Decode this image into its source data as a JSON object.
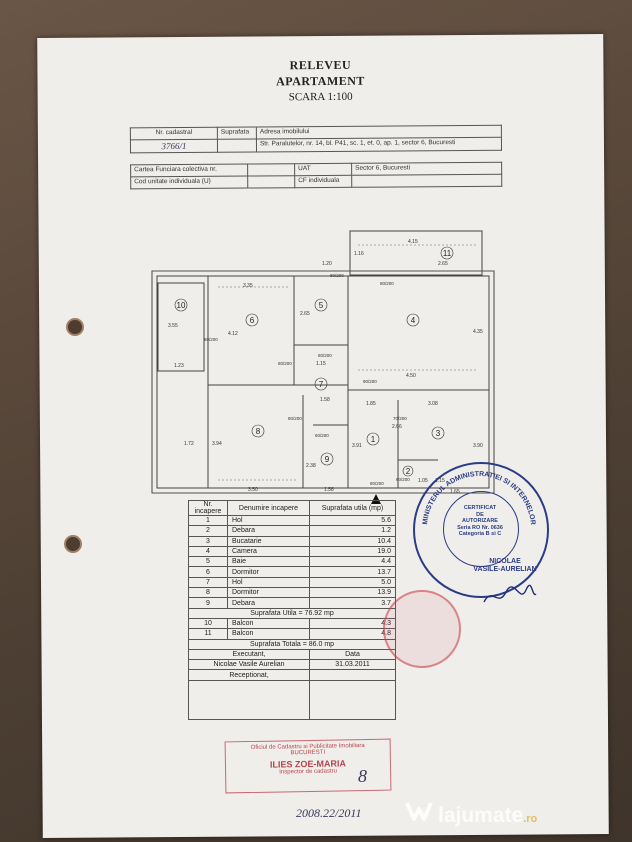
{
  "document": {
    "title": "RELEVEU",
    "subtitle": "APARTAMENT",
    "scale": "SCARA 1:100"
  },
  "header": {
    "nr_cadastral_label": "Nr. cadastral",
    "nr_cadastral_value": "3766/1",
    "suprafata_label": "Suprafata",
    "adresa_label": "Adresa imobilului",
    "adresa_value": "Str. Paralutelor, nr. 14, bl. P41, sc. 1, et. 0, ap. 1, sector 6, Bucuresti",
    "carte_label": "Cartea Funciara colectiva nr.",
    "uat_label": "UAT",
    "uat_value": "Sector 6, Bucuresti",
    "cod_label": "Cod unitate individuala (U)",
    "cf_label": "CF individuala"
  },
  "plan": {
    "room_numbers": [
      "1",
      "2",
      "3",
      "4",
      "5",
      "6",
      "7",
      "8",
      "9",
      "10",
      "11"
    ],
    "dims": [
      "4.15",
      "1.16",
      "2.65",
      "1.20",
      "3.35",
      "4.12",
      "3.55",
      "1.23",
      "2.65",
      "1.15",
      "4.50",
      "4.35",
      "1.58",
      "1.85",
      "3.08",
      "2.66",
      "3.91",
      "3.94",
      "1.72",
      "2.38",
      "3.50",
      "1.58",
      "1.65",
      "1.15",
      "1.05",
      "3.90"
    ],
    "door_labels": [
      "80/200",
      "80/200",
      "80/200",
      "90/200",
      "80/200",
      "70/200",
      "60/200",
      "60/200",
      "80/200",
      "80/200",
      "80/200"
    ]
  },
  "rooms_table": {
    "h_nr": "Nr. incapere",
    "h_name": "Denumire incapere",
    "h_area": "Suprafata utila (mp)",
    "rows": [
      {
        "nr": "1",
        "name": "Hol",
        "area": "5.6"
      },
      {
        "nr": "2",
        "name": "Debara",
        "area": "1.2"
      },
      {
        "nr": "3",
        "name": "Bucatarie",
        "area": "10.4"
      },
      {
        "nr": "4",
        "name": "Camera",
        "area": "19.0"
      },
      {
        "nr": "5",
        "name": "Baie",
        "area": "4.4"
      },
      {
        "nr": "6",
        "name": "Dormitor",
        "area": "13.7"
      },
      {
        "nr": "7",
        "name": "Hol",
        "area": "5.0"
      },
      {
        "nr": "8",
        "name": "Dormitor",
        "area": "13.9"
      },
      {
        "nr": "9",
        "name": "Debara",
        "area": "3.7"
      }
    ],
    "total_util": "Suprafata Utila = 76.92 mp",
    "balcony_rows": [
      {
        "nr": "10",
        "name": "Balcon",
        "area": "4.3"
      },
      {
        "nr": "11",
        "name": "Balcon",
        "area": "4.8"
      }
    ],
    "total": "Suprafata Totala = 86.0 mp",
    "executant_label": "Executant,",
    "data_label": "Data",
    "executant_name": "Nicolae Vasile Aurelian",
    "executant_date": "31.03.2011",
    "receptionat_label": "Receptionat,"
  },
  "stamps": {
    "round_outer": "MINISTERUL ADMINISTRATIEI SI INTERNELOR",
    "round_line1": "CERTIFICAT",
    "round_line2": "DE",
    "round_line3": "AUTORIZARE",
    "round_line4": "Seria RO Nr. 0636",
    "round_line5": "Categoria B si C",
    "round_line6": "NICOLAE",
    "round_line7": "VASILE-AURELIAN",
    "rect_line1": "Oficiul de Cadastru si Publicitate Imobiliara",
    "rect_line2": "BUCURESTI",
    "rect_line3": "ILIES ZOE-MARIA",
    "rect_line4": "Inspector de cadastru",
    "handwritten_bottom": "2008.22/2011",
    "handwritten_sig": "8"
  },
  "watermark": {
    "brand": "lajumate",
    "tld": ".ro"
  },
  "colors": {
    "paper": "#efeeea",
    "ink_blue": "#2b3c86",
    "stamp_red": "#b8434b",
    "watermark_accent": "#e6b441"
  }
}
